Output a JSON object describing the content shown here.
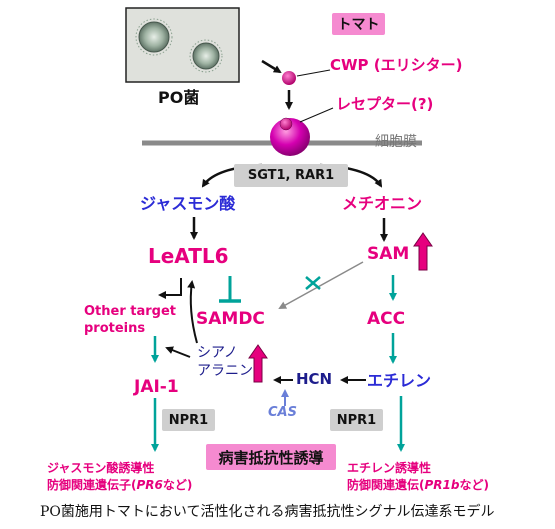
{
  "labels": {
    "tomato": "トマト",
    "po_fungus": "PO菌",
    "cwp": "CWP (エリシター)",
    "receptor": "レセプター(?)",
    "membrane": "細胞膜",
    "sgt1_rar1": "SGT1, RAR1",
    "jasmonic_acid": "ジャスモン酸",
    "methionine": "メチオニン",
    "leatl6": "LeATL6",
    "sam": "SAM",
    "other_targets_line1": "Other target",
    "other_targets_line2": "proteins",
    "samdc": "SAMDC",
    "acc": "ACC",
    "cyanoalanine_line1": "シアノ",
    "cyanoalanine_line2": "アラニン",
    "hcn": "HCN",
    "ethylene": "エチレン",
    "jai1": "JAI-1",
    "cas": "CAS",
    "npr1_left": "NPR1",
    "npr1_right": "NPR1",
    "disease_resistance": "病害抵抗性誘導",
    "ja_genes_line1": "ジャスモン酸誘導性",
    "ja_genes_line2_prefix": "防御関連遺伝子(",
    "ja_genes_gene": "PR6",
    "ja_genes_line2_suffix": "など)",
    "et_genes_line1": "エチレン誘導性",
    "et_genes_line2_prefix": "防御関連遺伝(",
    "et_genes_gene": "PR1b",
    "et_genes_line2_suffix": "など)",
    "caption": "PO菌施用トマトにおいて活性化される病害抵抗性シグナル伝達系モデル"
  },
  "colors": {
    "magenta": "#e6007e",
    "blue": "#2b2bd6",
    "navy": "#1d1d8c",
    "teal": "#00a39a",
    "gray": "#8a8a8a",
    "pink_box": "#f58ad0",
    "gray_box": "#cfcfcf"
  }
}
